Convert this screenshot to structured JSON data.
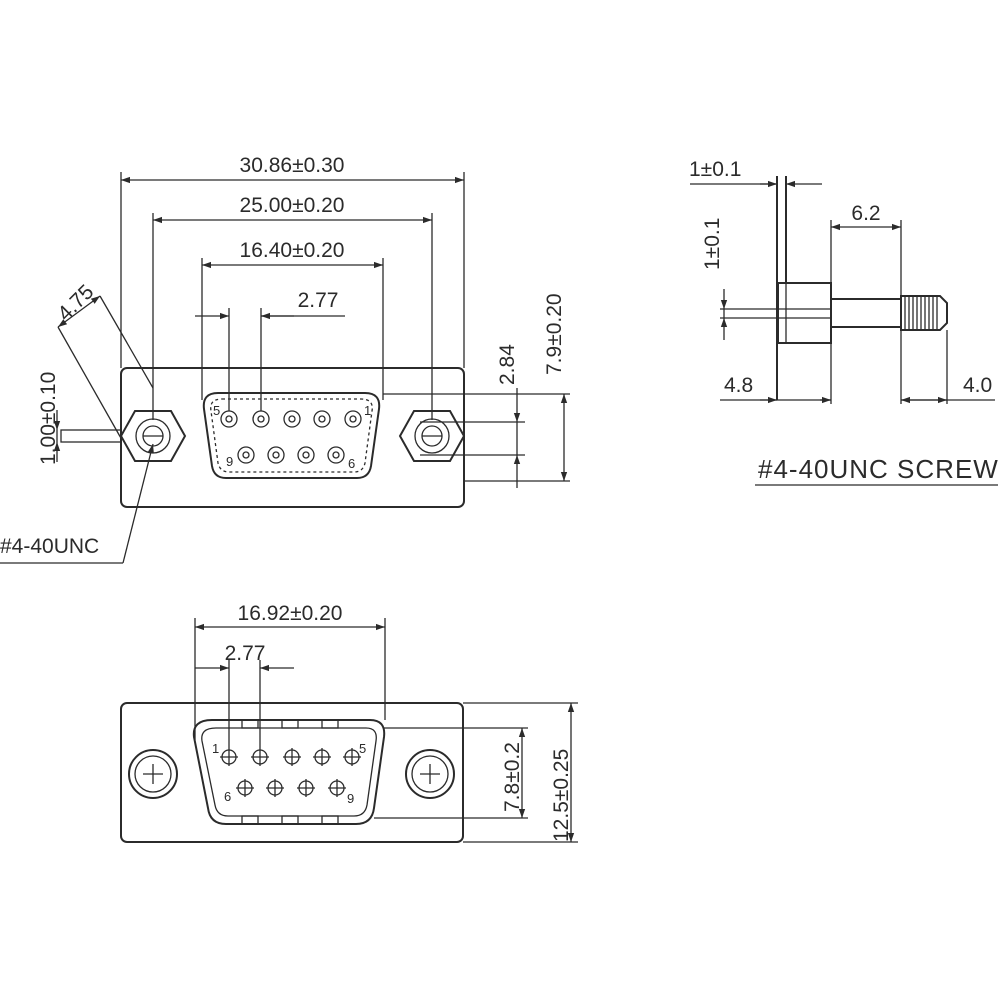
{
  "female_view": {
    "dim_overall": "30.86±0.30",
    "dim_mount": "25.00±0.20",
    "dim_shell": "16.40±0.20",
    "dim_pitch": "2.77",
    "dim_row": "2.84",
    "dim_height": "7.9±0.20",
    "dim_flange": "4.75",
    "dim_thickness": "1.00±0.10",
    "thread": "#4-40UNC",
    "pin_labels": [
      "5",
      "1",
      "9",
      "6"
    ]
  },
  "screw_view": {
    "dim_head_thick": "1±0.1",
    "dim_slot": "1±0.1",
    "dim_length": "6.2",
    "dim_head": "4.8",
    "dim_thread": "4.0",
    "caption": "#4-40UNC SCREW"
  },
  "male_view": {
    "dim_shell": "16.92±0.20",
    "dim_pitch": "2.77",
    "dim_shell_height": "7.8±0.2",
    "dim_height": "12.5±0.25",
    "pin_labels": [
      "1",
      "5",
      "6",
      "9"
    ]
  }
}
